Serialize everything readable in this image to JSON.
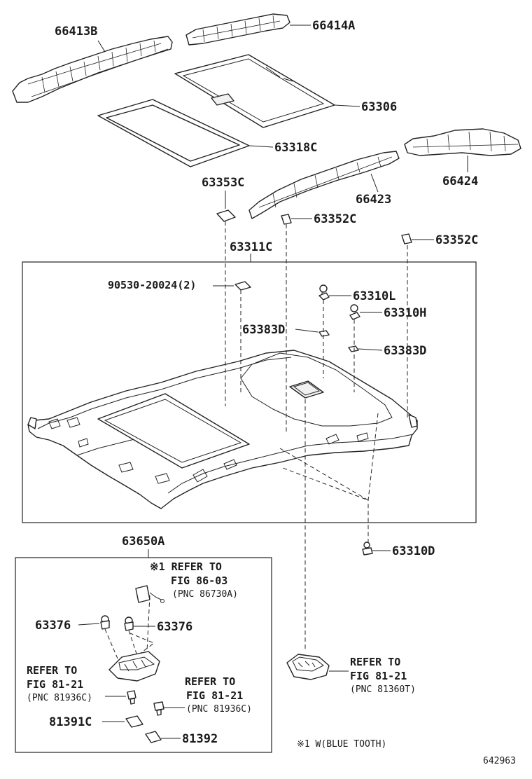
{
  "labels": {
    "p66413B": "66413B",
    "p66414A": "66414A",
    "p63306": "63306",
    "p63318C": "63318C",
    "p66423": "66423",
    "p66424": "66424",
    "p63353C": "63353C",
    "p63352C_a": "63352C",
    "p63352C_b": "63352C",
    "p63311C": "63311C",
    "p90530": "90530-20024(2)",
    "p63310L": "63310L",
    "p63310H": "63310H",
    "p63383D_a": "63383D",
    "p63383D_b": "63383D",
    "p63310D": "63310D",
    "p63650A": "63650A",
    "p63376_a": "63376",
    "p63376_b": "63376",
    "p81391C": "81391C",
    "p81392": "81392"
  },
  "notes": {
    "ref1_l1": "※1 REFER TO",
    "ref1_l2": "FIG 86-03",
    "ref1_l3": "(PNC 86730A)",
    "ref2_l1": "REFER TO",
    "ref2_l2": "FIG 81-21",
    "ref2_l3": "(PNC 81936C)",
    "ref3_l1": "REFER TO",
    "ref3_l2": "FIG 81-21",
    "ref3_l3": "(PNC 81936C)",
    "ref4_l1": "REFER TO",
    "ref4_l2": "FIG 81-21",
    "ref4_l3": "(PNC 81360T)",
    "footnote": "※1 W(BLUE TOOTH)",
    "figure_id": "642963"
  }
}
